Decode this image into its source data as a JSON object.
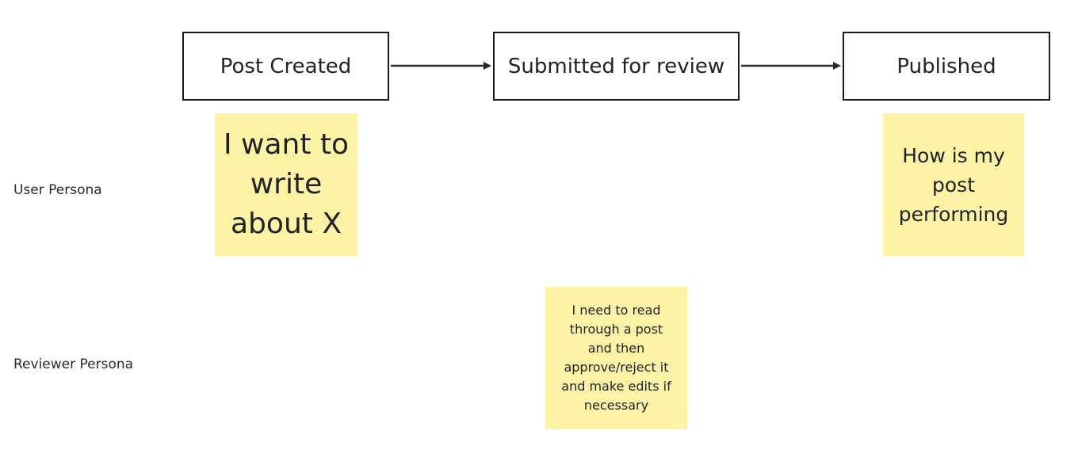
{
  "stages": [
    {
      "label": "Post Created"
    },
    {
      "label": "Submitted for review"
    },
    {
      "label": "Published"
    }
  ],
  "lanes": {
    "user": "User Persona",
    "reviewer": "Reviewer Persona"
  },
  "stickies": {
    "user_create": "I want to write about X",
    "user_publish": "How is my post performing",
    "reviewer_review": "I need to read through a post and then approve/reject it and make edits if necessary"
  },
  "colors": {
    "sticky": "#fdf3a6",
    "border": "#1a1a1a",
    "arrow": "#2a2a2a"
  }
}
